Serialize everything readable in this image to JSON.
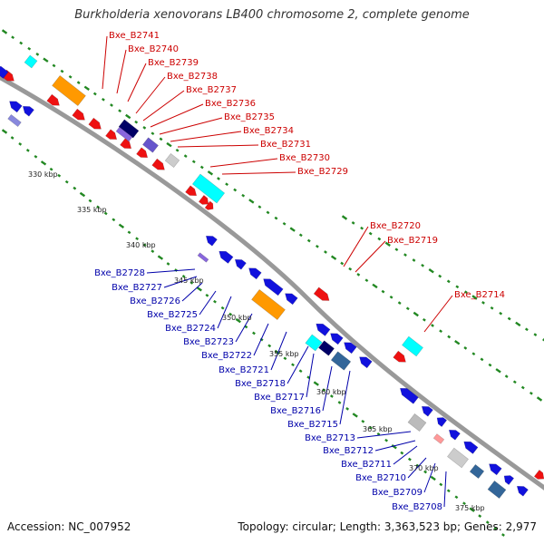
{
  "title": "Burkholderia xenovorans LB400 chromosome 2, complete genome",
  "footer": {
    "accession": "Accession: NC_007952",
    "topology": "Topology: circular; Length: 3,363,523 bp; Genes: 2,977"
  },
  "colors": {
    "forward": "#ee0000",
    "reverse": "#0000dd",
    "backbone": "#999999",
    "tick_dot": "#228822",
    "label_forward": "#cc0000",
    "label_reverse": "#0000aa"
  },
  "scale_labels": [
    "330 kbp",
    "335 kbp",
    "340 kbp",
    "345 kbp",
    "350 kbp",
    "355 kbp",
    "360 kbp",
    "365 kbp",
    "370 kbp",
    "375 kbp"
  ],
  "forward_genes": [
    "Bxe_B2741",
    "Bxe_B2740",
    "Bxe_B2739",
    "Bxe_B2738",
    "Bxe_B2737",
    "Bxe_B2736",
    "Bxe_B2735",
    "Bxe_B2734",
    "Bxe_B2731",
    "Bxe_B2730",
    "Bxe_B2729",
    "Bxe_B2720",
    "Bxe_B2719",
    "Bxe_B2714"
  ],
  "reverse_genes": [
    "Bxe_B2728",
    "Bxe_B2727",
    "Bxe_B2726",
    "Bxe_B2725",
    "Bxe_B2724",
    "Bxe_B2723",
    "Bxe_B2722",
    "Bxe_B2721",
    "Bxe_B2718",
    "Bxe_B2717",
    "Bxe_B2716",
    "Bxe_B2715",
    "Bxe_B2713",
    "Bxe_B2712",
    "Bxe_B2711",
    "Bxe_B2710",
    "Bxe_B2709",
    "Bxe_B2708"
  ]
}
